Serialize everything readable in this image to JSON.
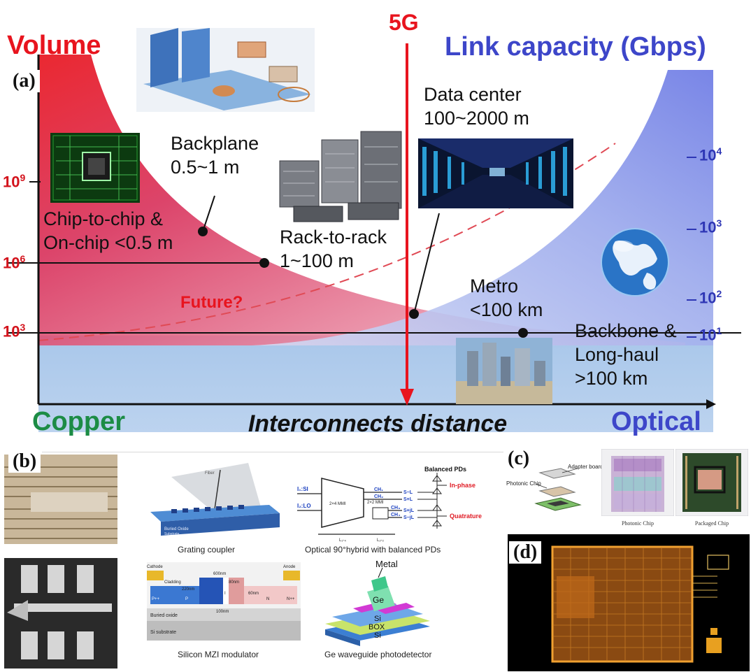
{
  "panel_a": {
    "panel_label": "(a)",
    "left_axis_title": "Volume",
    "right_axis_title": "Link capacity (Gbps)",
    "divider_label": "5G",
    "x_axis_label": "Interconnects distance",
    "x_left_label": "Copper",
    "x_right_label": "Optical",
    "left_ticks": [
      {
        "base": "10",
        "exp": "9"
      },
      {
        "base": "10",
        "exp": "6"
      },
      {
        "base": "10",
        "exp": "3"
      }
    ],
    "right_ticks": [
      {
        "base": "10",
        "exp": "4"
      },
      {
        "base": "10",
        "exp": "3"
      },
      {
        "base": "10",
        "exp": "2"
      },
      {
        "base": "10",
        "exp": "1"
      }
    ],
    "future_label": "Future?",
    "categories": [
      {
        "lines": [
          "Chip-to-chip &",
          "On-chip <0.5 m"
        ]
      },
      {
        "lines": [
          "Backplane",
          "0.5~1 m"
        ]
      },
      {
        "lines": [
          "Rack-to-rack",
          "1~100 m"
        ]
      },
      {
        "lines": [
          "Data center",
          "100~2000 m"
        ]
      },
      {
        "lines": [
          "Metro",
          "<100 km"
        ]
      },
      {
        "lines": [
          "Backbone &",
          "Long-haul",
          ">100 km"
        ]
      }
    ]
  },
  "panel_b": {
    "panel_label": "(b)",
    "captions": {
      "grating": "Grating coupler",
      "hybrid": "Optical 90°hybrid with balanced PDs",
      "mzi": "Silicon MZI modulator",
      "ge": "Ge waveguide photodetector"
    },
    "hybrid_labels": {
      "balanced": "Balanced PDs",
      "in_phase": "In-phase",
      "quadrature": "Quatrature",
      "input_s": "I₁:SI",
      "input_lo": "I₂:LO",
      "mmi": "2×4 MMI",
      "mmi2": "2×2 MMI",
      "channels": [
        "CH₁",
        "CH₂",
        "CH₃",
        "CH₄"
      ],
      "outs": [
        "S−L",
        "S+L",
        "S+jL",
        "S−jL"
      ],
      "l_left": "L₁‑₄",
      "l_right": "L₂‑₂"
    },
    "mzi_labels": {
      "cathode": "Cathode",
      "anode": "Anode",
      "cladding": "Cladding",
      "t220": "220nm",
      "w600": "600nm",
      "h80": "80nm",
      "h60": "60nm",
      "w100": "100nm",
      "p_pp": "P++",
      "p": "P",
      "i": "I",
      "n": "N",
      "n_pp": "N++",
      "buried": "Buried oxide",
      "substrate": "Si substrate"
    },
    "ge_labels": {
      "metal": "Metal",
      "ge": "Ge",
      "si": "Si",
      "box": "BOX",
      "si2": "Si"
    },
    "grating_labels": {
      "fiber": "Fiber",
      "buried": "Buried Oxide",
      "substrate": "Substrate"
    }
  },
  "panel_c": {
    "panel_label": "(c)",
    "adapter": "Adapter board",
    "photonic": "Photonic Chip",
    "cap_photonic": "Photonic Chip",
    "cap_packaged": "Packaged Chip"
  },
  "panel_d": {
    "panel_label": "(d)"
  },
  "colors": {
    "red": "#e8141e",
    "blue": "#3d46c9",
    "green": "#1c8c45"
  }
}
